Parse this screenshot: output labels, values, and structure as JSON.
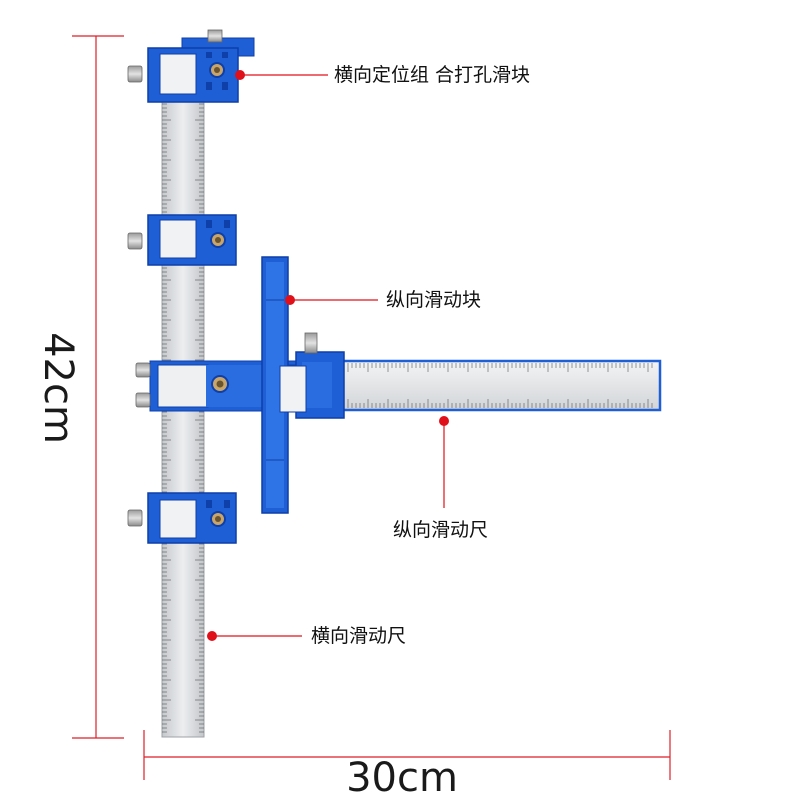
{
  "callouts": {
    "top_slider": "横向定位组 合打孔滑块",
    "vertical_block": "纵向滑动块",
    "vertical_ruler": "纵向滑动尺",
    "horizontal_ruler": "横向滑动尺"
  },
  "dimensions": {
    "height": "42cm",
    "width": "30cm"
  },
  "colors": {
    "jig_blue": "#1e5fd6",
    "jig_blue_dark": "#0f3fa8",
    "steel": "#d5d7da",
    "marker": "#e0101a",
    "leader": "#e0101a",
    "dimension_line": "#e01e2a"
  }
}
